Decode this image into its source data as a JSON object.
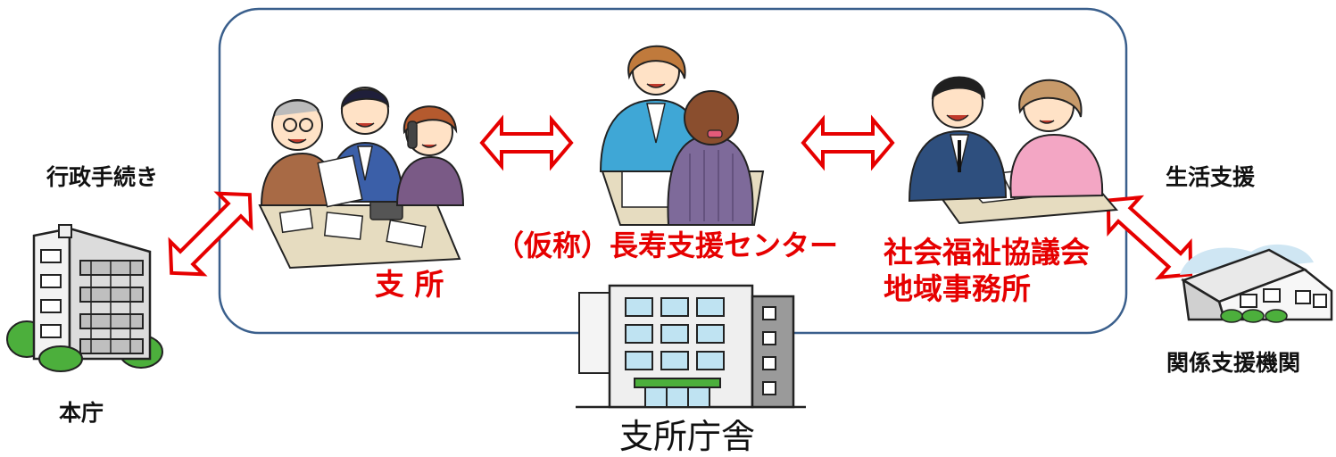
{
  "diagram": {
    "colors": {
      "arrow": "#e60000",
      "frame": "#3a5f8c",
      "label_red": "#e60000",
      "label_black": "#111111"
    },
    "labels": {
      "administrative_procedures": "行政手続き",
      "main_office": "本庁",
      "branch_office": "支 所",
      "longevity_center": "（仮称）長寿支援センター",
      "social_welfare_council_line1": "社会福祉協議会",
      "social_welfare_council_line2": "地域事務所",
      "life_support": "生活支援",
      "related_agencies": "関係支援機関",
      "branch_building": "支所庁舎"
    },
    "icons": {
      "main_office": "office-building-icon",
      "branch_staff": "office-staff-meeting-icon",
      "center_staff": "consultation-icon",
      "council_staff": "counseling-icon",
      "branch_building": "branch-building-icon",
      "related_agency": "house-facility-icon",
      "arrow": "double-arrow-icon"
    }
  }
}
